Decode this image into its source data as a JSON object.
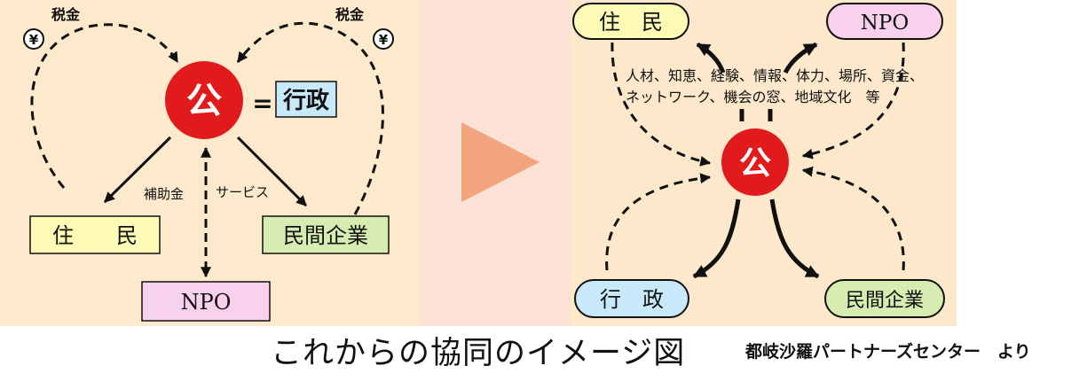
{
  "left": {
    "tax_left": "税金",
    "tax_right": "税金",
    "yen_symbol": "¥",
    "center": "公",
    "equals": "=",
    "gov": "行政",
    "residents": "住　　民",
    "private": "民間企業",
    "npo": "NPO",
    "subsidy": "補助金",
    "service": "サービス"
  },
  "right": {
    "residents": "住　民",
    "npo": "NPO",
    "center": "公",
    "gov": "行　政",
    "private": "民間企業",
    "resources_line1": "人材、知恵、経験、情報、体力、場所、資金、",
    "resources_line2": "ネットワーク、機会の窓、地域文化　等"
  },
  "caption": {
    "title": "これからの協同のイメージ図",
    "source": "都岐沙羅パートナーズセンター　より"
  },
  "colors": {
    "left_panel_bg": "#fde9cc",
    "middle_bg": "#fce2d6",
    "right_panel_bg": "#fde8cc",
    "center_circle": "#e11b1b",
    "triangle": "#f2a57c",
    "residents_box": "#fdfbb5",
    "npo_box": "#f8d2ec",
    "gov_box": "#c7e9f9",
    "private_box": "#d6ecb0"
  }
}
